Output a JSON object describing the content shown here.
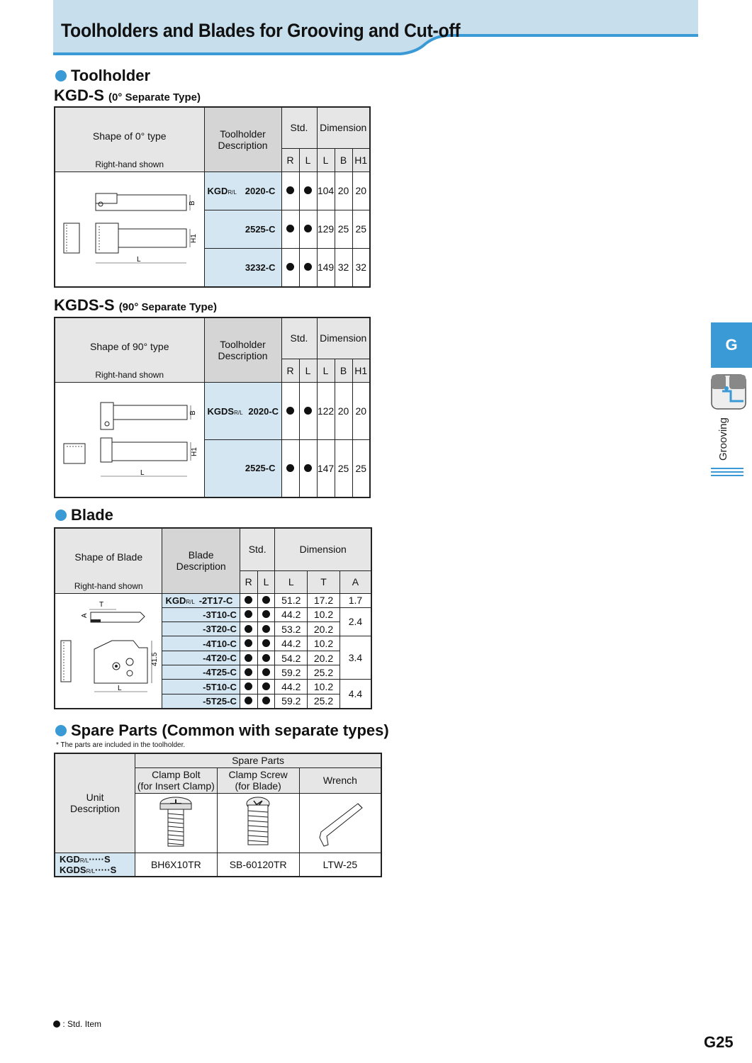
{
  "header": {
    "title": "Toolholders and Blades for Grooving and Cut-off"
  },
  "sections": {
    "toolholder": "Toolholder",
    "blade": "Blade",
    "spare": "Spare Parts (Common with separate types)"
  },
  "kgd": {
    "name": "KGD-S",
    "type": "(0° Separate Type)",
    "shape": "Shape of 0° type",
    "rh": "Right-hand shown",
    "desc1": "Toolholder",
    "desc2": "Description",
    "std": "Std.",
    "dim": "Dimension",
    "cols": [
      "R",
      "L",
      "L",
      "B",
      "H1"
    ],
    "prefix": "KGD",
    "rows": [
      {
        "code": "2020-C",
        "L": "104",
        "B": "20",
        "H1": "20"
      },
      {
        "code": "2525-C",
        "L": "129",
        "B": "25",
        "H1": "25"
      },
      {
        "code": "3232-C",
        "L": "149",
        "B": "32",
        "H1": "32"
      }
    ],
    "fig": {
      "B": "B",
      "H1": "H1",
      "L": "L"
    }
  },
  "kgds": {
    "name": "KGDS-S",
    "type": "(90° Separate Type)",
    "shape": "Shape of 90° type",
    "rh": "Right-hand shown",
    "desc1": "Toolholder",
    "desc2": "Description",
    "std": "Std.",
    "dim": "Dimension",
    "cols": [
      "R",
      "L",
      "L",
      "B",
      "H1"
    ],
    "prefix": "KGDS",
    "rows": [
      {
        "code": "2020-C",
        "L": "122",
        "B": "20",
        "H1": "20"
      },
      {
        "code": "2525-C",
        "L": "147",
        "B": "25",
        "H1": "25"
      }
    ],
    "fig": {
      "B": "B",
      "H1": "H1",
      "L": "L"
    }
  },
  "blade": {
    "shape": "Shape of Blade",
    "rh": "Right-hand shown",
    "desc1": "Blade",
    "desc2": "Description",
    "std": "Std.",
    "dim": "Dimension",
    "cols": [
      "R",
      "L",
      "L",
      "T",
      "A"
    ],
    "prefix": "KGD",
    "rows": [
      {
        "code": "-2T17-C",
        "L": "51.2",
        "T": "17.2"
      },
      {
        "code": "-3T10-C",
        "L": "44.2",
        "T": "10.2"
      },
      {
        "code": "-3T20-C",
        "L": "53.2",
        "T": "20.2"
      },
      {
        "code": "-4T10-C",
        "L": "44.2",
        "T": "10.2"
      },
      {
        "code": "-4T20-C",
        "L": "54.2",
        "T": "20.2"
      },
      {
        "code": "-4T25-C",
        "L": "59.2",
        "T": "25.2"
      },
      {
        "code": "-5T10-C",
        "L": "44.2",
        "T": "10.2"
      },
      {
        "code": "-5T25-C",
        "L": "59.2",
        "T": "25.2"
      }
    ],
    "A": [
      "1.7",
      "2.4",
      "3.4",
      "4.4"
    ],
    "fig": {
      "T": "T",
      "A": "A",
      "L": "L",
      "h": "41.5"
    }
  },
  "spare": {
    "note": "* The parts are included in the toolholder.",
    "unit1": "Unit",
    "unit2": "Description",
    "head": "Spare Parts",
    "clamp_bolt1": "Clamp Bolt",
    "clamp_bolt2": "(for Insert Clamp)",
    "clamp_screw1": "Clamp Screw",
    "clamp_screw2": "(for Blade)",
    "wrench": "Wrench",
    "unit_a": "KGD",
    "unit_a_suffix": "·····S",
    "unit_b": "KGDS",
    "unit_b_suffix": "·····S",
    "bolt": "BH6X10TR",
    "screw": "SB-60120TR",
    "wrench_code": "LTW-25"
  },
  "side": {
    "tab": "G",
    "label": "Grooving"
  },
  "footer": {
    "legend": ": Std. Item",
    "page": "G25"
  },
  "colors": {
    "accent": "#3a9ad6",
    "banner": "#c7dfed",
    "desc_bg": "#d4e6f2"
  }
}
